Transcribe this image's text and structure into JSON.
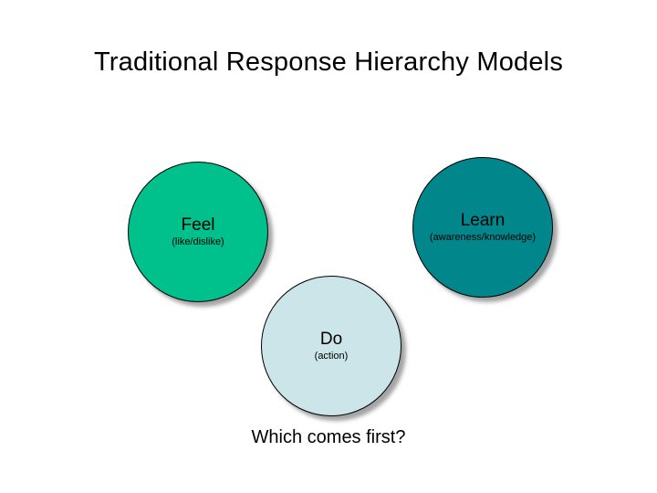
{
  "slide": {
    "title": "Traditional Response Hierarchy Models",
    "question": "Which comes first?",
    "background_color": "#ffffff",
    "circles": [
      {
        "id": "feel",
        "label": "Feel",
        "sub": "(like/dislike)",
        "color": "#00c08b"
      },
      {
        "id": "learn",
        "label": "Learn",
        "sub": "(awareness/knowledge)",
        "color": "#00868b"
      },
      {
        "id": "do",
        "label": "Do",
        "sub": "(action)",
        "color": "#cbe5e9"
      }
    ]
  }
}
